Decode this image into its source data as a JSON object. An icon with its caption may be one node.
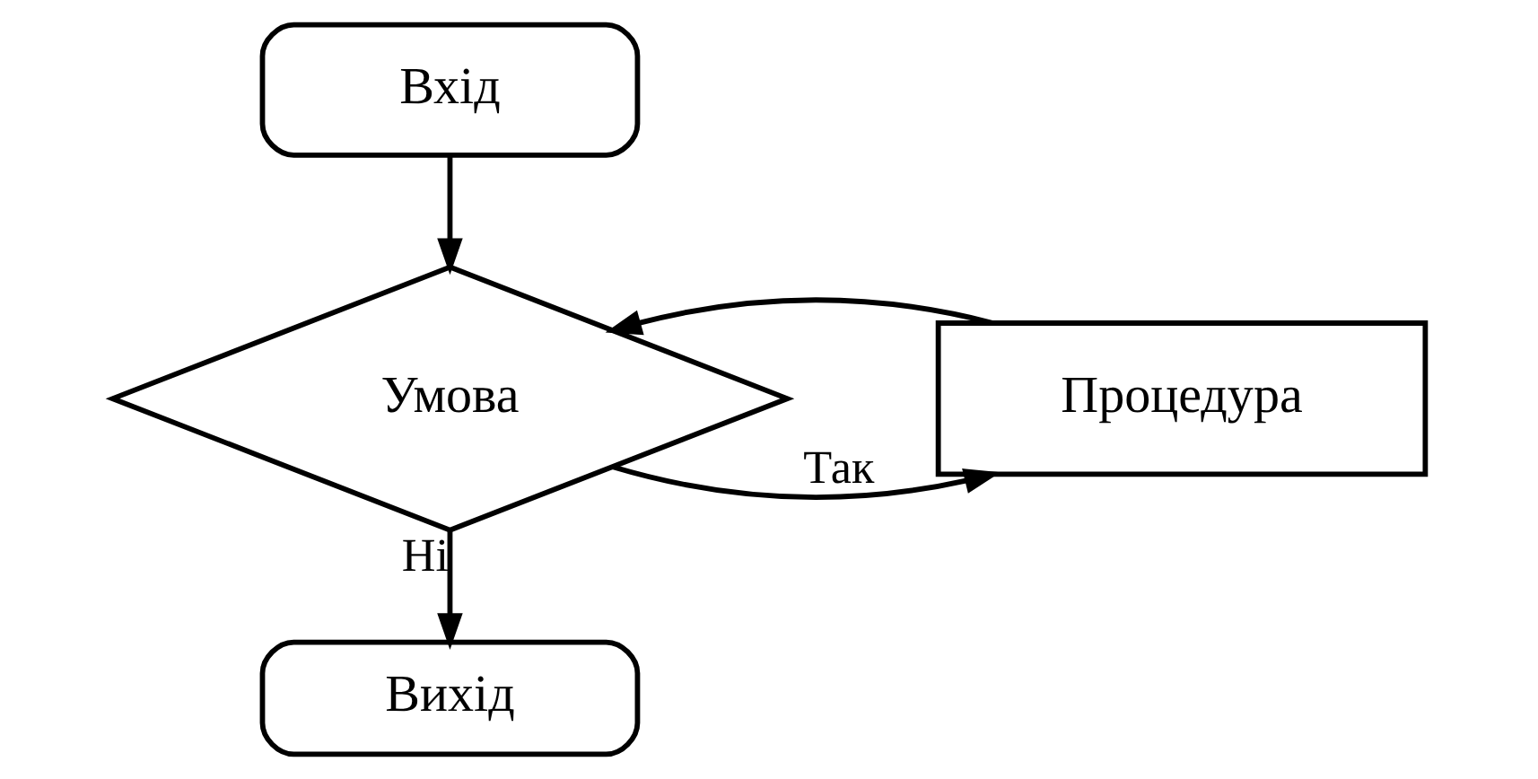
{
  "diagram": {
    "nodes": [
      {
        "text": [
          "Вхід"
        ]
      },
      {
        "text": [
          "Умова"
        ]
      },
      {
        "text": [
          "Процедура"
        ]
      },
      {
        "text": [
          "Вихід"
        ]
      }
    ],
    "edges": [
      {
        "from": 0,
        "to": 1,
        "arrow": "to"
      },
      {
        "from": 1,
        "to": 2,
        "arrow": "to",
        "label": "Так"
      },
      {
        "from": 2,
        "to": 1,
        "arrow": "to"
      },
      {
        "from": 1,
        "to": 3,
        "arrow": "to",
        "label": "Ні"
      }
    ]
  }
}
